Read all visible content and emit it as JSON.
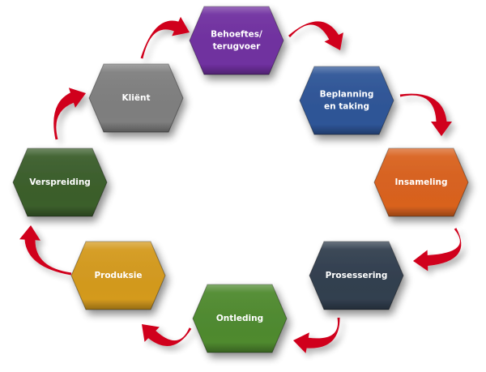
{
  "diagram": {
    "type": "cycle",
    "arrow_color": "#d0021b",
    "steps": [
      {
        "id": "behoeftes",
        "label_lines": [
          "Behoeftes/",
          "terugvoer"
        ],
        "color": "#7030a0"
      },
      {
        "id": "beplanning",
        "label_lines": [
          "Beplanning",
          "en taking"
        ],
        "color": "#2e5597"
      },
      {
        "id": "insameling",
        "label_lines": [
          "Insameling"
        ],
        "color": "#d9621f"
      },
      {
        "id": "prosessering",
        "label_lines": [
          "Prosessering"
        ],
        "color": "#323f4f"
      },
      {
        "id": "ontleding",
        "label_lines": [
          "Ontleding"
        ],
        "color": "#4f8a2f"
      },
      {
        "id": "produksie",
        "label_lines": [
          "Produksie"
        ],
        "color": "#d49a1e"
      },
      {
        "id": "verspreiding",
        "label_lines": [
          "Verspreiding"
        ],
        "color": "#3b5e2b"
      },
      {
        "id": "klient",
        "label_lines": [
          "Kliënt"
        ],
        "color": "#7f7f7f"
      }
    ],
    "connections": [
      {
        "from": "behoeftes",
        "to": "beplanning"
      },
      {
        "from": "beplanning",
        "to": "insameling"
      },
      {
        "from": "insameling",
        "to": "prosessering"
      },
      {
        "from": "prosessering",
        "to": "ontleding"
      },
      {
        "from": "ontleding",
        "to": "produksie"
      },
      {
        "from": "produksie",
        "to": "verspreiding"
      },
      {
        "from": "verspreiding",
        "to": "klient"
      },
      {
        "from": "klient",
        "to": "behoeftes"
      }
    ]
  }
}
